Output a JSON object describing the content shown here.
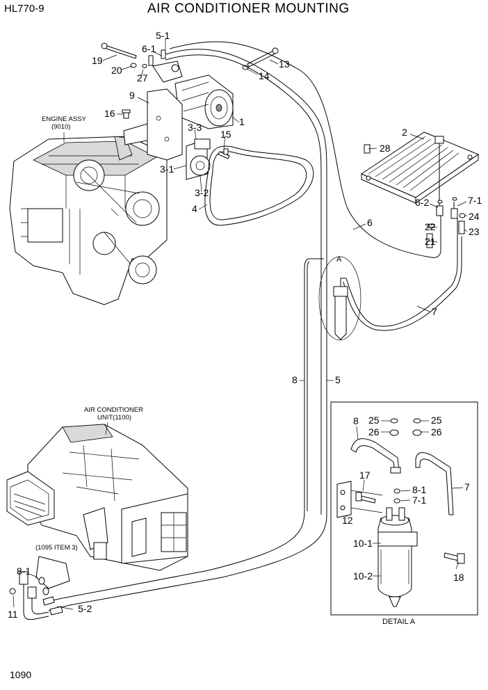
{
  "header": {
    "model": "HL770-9",
    "title": "AIR CONDITIONER MOUNTING"
  },
  "footer": {
    "page_number": "1090"
  },
  "labels": {
    "engine_assy": [
      "ENGINE ASSY",
      "(9010)"
    ],
    "ac_unit": [
      "AIR CONDITIONER",
      "UNIT(1100)"
    ],
    "item_ref": "(1095 ITEM 3)",
    "detail_a": "DETAIL A",
    "detail_marker": "A"
  },
  "callouts": {
    "c1": "1",
    "c2": "2",
    "c3_1": "3-1",
    "c3_2": "3-2",
    "c3_3": "3-3",
    "c4": "4",
    "c5": "5",
    "c5_1": "5-1",
    "c5_2": "5-2",
    "c6": "6",
    "c6_1": "6-1",
    "c6_2": "6-2",
    "c7": "7",
    "c7_1": "7-1",
    "c8": "8",
    "c8_1": "8-1",
    "c9": "9",
    "c11": "11",
    "c13": "13",
    "c14": "14",
    "c15": "15",
    "c16": "16",
    "c19": "19",
    "c20": "20",
    "c21": "21",
    "c22": "22",
    "c23": "23",
    "c24": "24",
    "c27": "27",
    "c28": "28"
  },
  "detail_callouts": {
    "d7": "7",
    "d7_1": "7-1",
    "d8": "8",
    "d8_1": "8-1",
    "d10_1": "10-1",
    "d10_2": "10-2",
    "d12": "12",
    "d17": "17",
    "d18": "18",
    "d25a": "25",
    "d25b": "25",
    "d26a": "26",
    "d26b": "26"
  }
}
